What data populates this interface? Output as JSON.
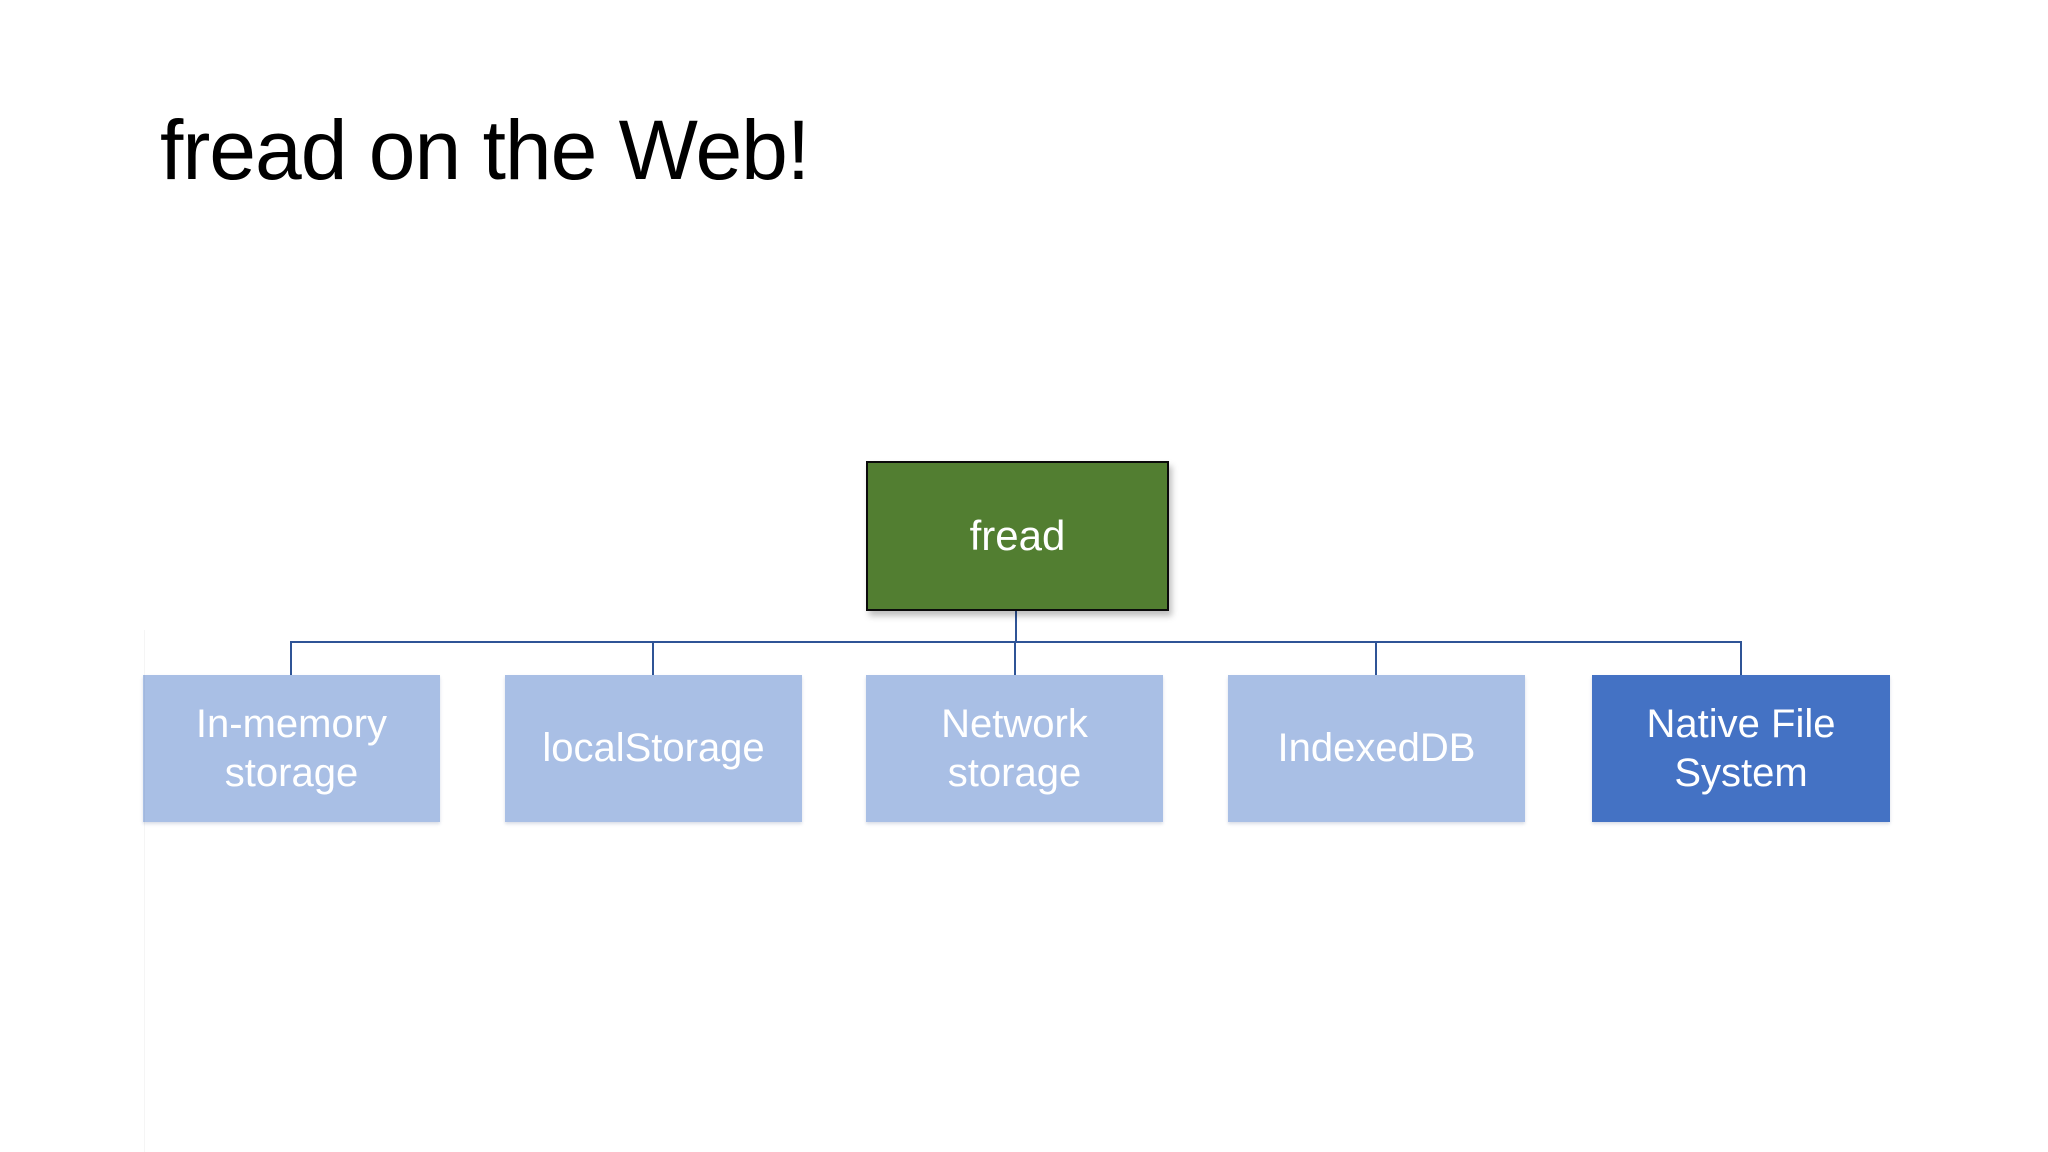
{
  "slide": {
    "title": "fread on the Web!"
  },
  "diagram": {
    "type": "hierarchy",
    "root": {
      "label": "fread"
    },
    "children": [
      {
        "label": "In-memory storage",
        "highlighted": false
      },
      {
        "label": "localStorage",
        "highlighted": false
      },
      {
        "label": "Network storage",
        "highlighted": false
      },
      {
        "label": "IndexedDB",
        "highlighted": false
      },
      {
        "label": "Native File System",
        "highlighted": true
      }
    ],
    "colors": {
      "root_fill": "#527E31",
      "root_border": "#0b0b0b",
      "child_fill": "#A9BFE5",
      "highlight_fill": "#4472C4",
      "connector": "#2F5496",
      "node_text": "#FFFFFF",
      "title_color": "#000000",
      "background": "#FFFFFF"
    }
  }
}
